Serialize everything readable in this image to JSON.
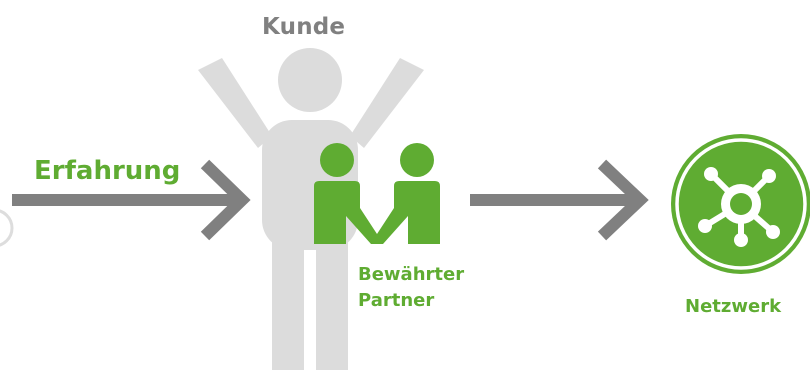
{
  "labels": {
    "customer": "Kunde",
    "experience": "Erfahrung",
    "partner_line1": "Bewährter",
    "partner_line2": "Partner",
    "network": "Netzwerk"
  },
  "colors": {
    "green": "#5fac32",
    "person_gray": "#dcdcdc",
    "arrow_gray": "#808080",
    "text_gray": "#808080"
  },
  "icons": {
    "customer": "person-arms-raised-icon",
    "partner": "handshake-people-icon",
    "network": "network-hub-icon"
  }
}
